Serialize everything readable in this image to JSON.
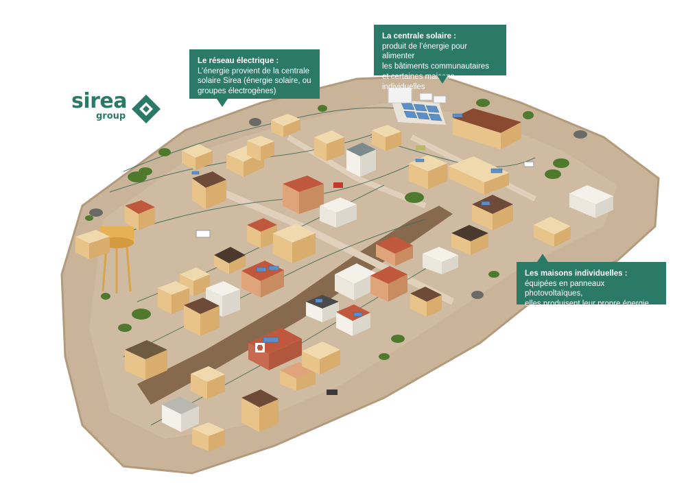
{
  "logo": {
    "wordmark": "sirea",
    "submark": "group",
    "brand_color": "#2b7a68",
    "icon": "diamond-logo-icon"
  },
  "callouts": {
    "network": {
      "title": "Le réseau électrique :",
      "lines": [
        "L’énergie provient de la centrale",
        "solaire Sirea (énergie solaire, ou",
        "groupes électrogènes)"
      ]
    },
    "solar_plant": {
      "title": "La centrale solaire :",
      "lines": [
        "produit de l’énergie pour alimenter",
        "les bâtiments communautaires",
        "et certaines maisons individuelles"
      ]
    },
    "houses": {
      "title": "Les maisons individuelles :",
      "lines": [
        "équipées en panneaux photovoltaïques,",
        "elles produisent leur propre énergie"
      ]
    }
  },
  "colors": {
    "ground": "#c9b49a",
    "ground_edge": "#b29a7c",
    "road": "#7a5c3e",
    "wall": "#e8c38a",
    "roof_red": "#c0583e",
    "roof_brown": "#6e4a38",
    "panel": "#5b8fc7",
    "tree": "#4f7a2e",
    "cable": "#3f6b5a"
  }
}
